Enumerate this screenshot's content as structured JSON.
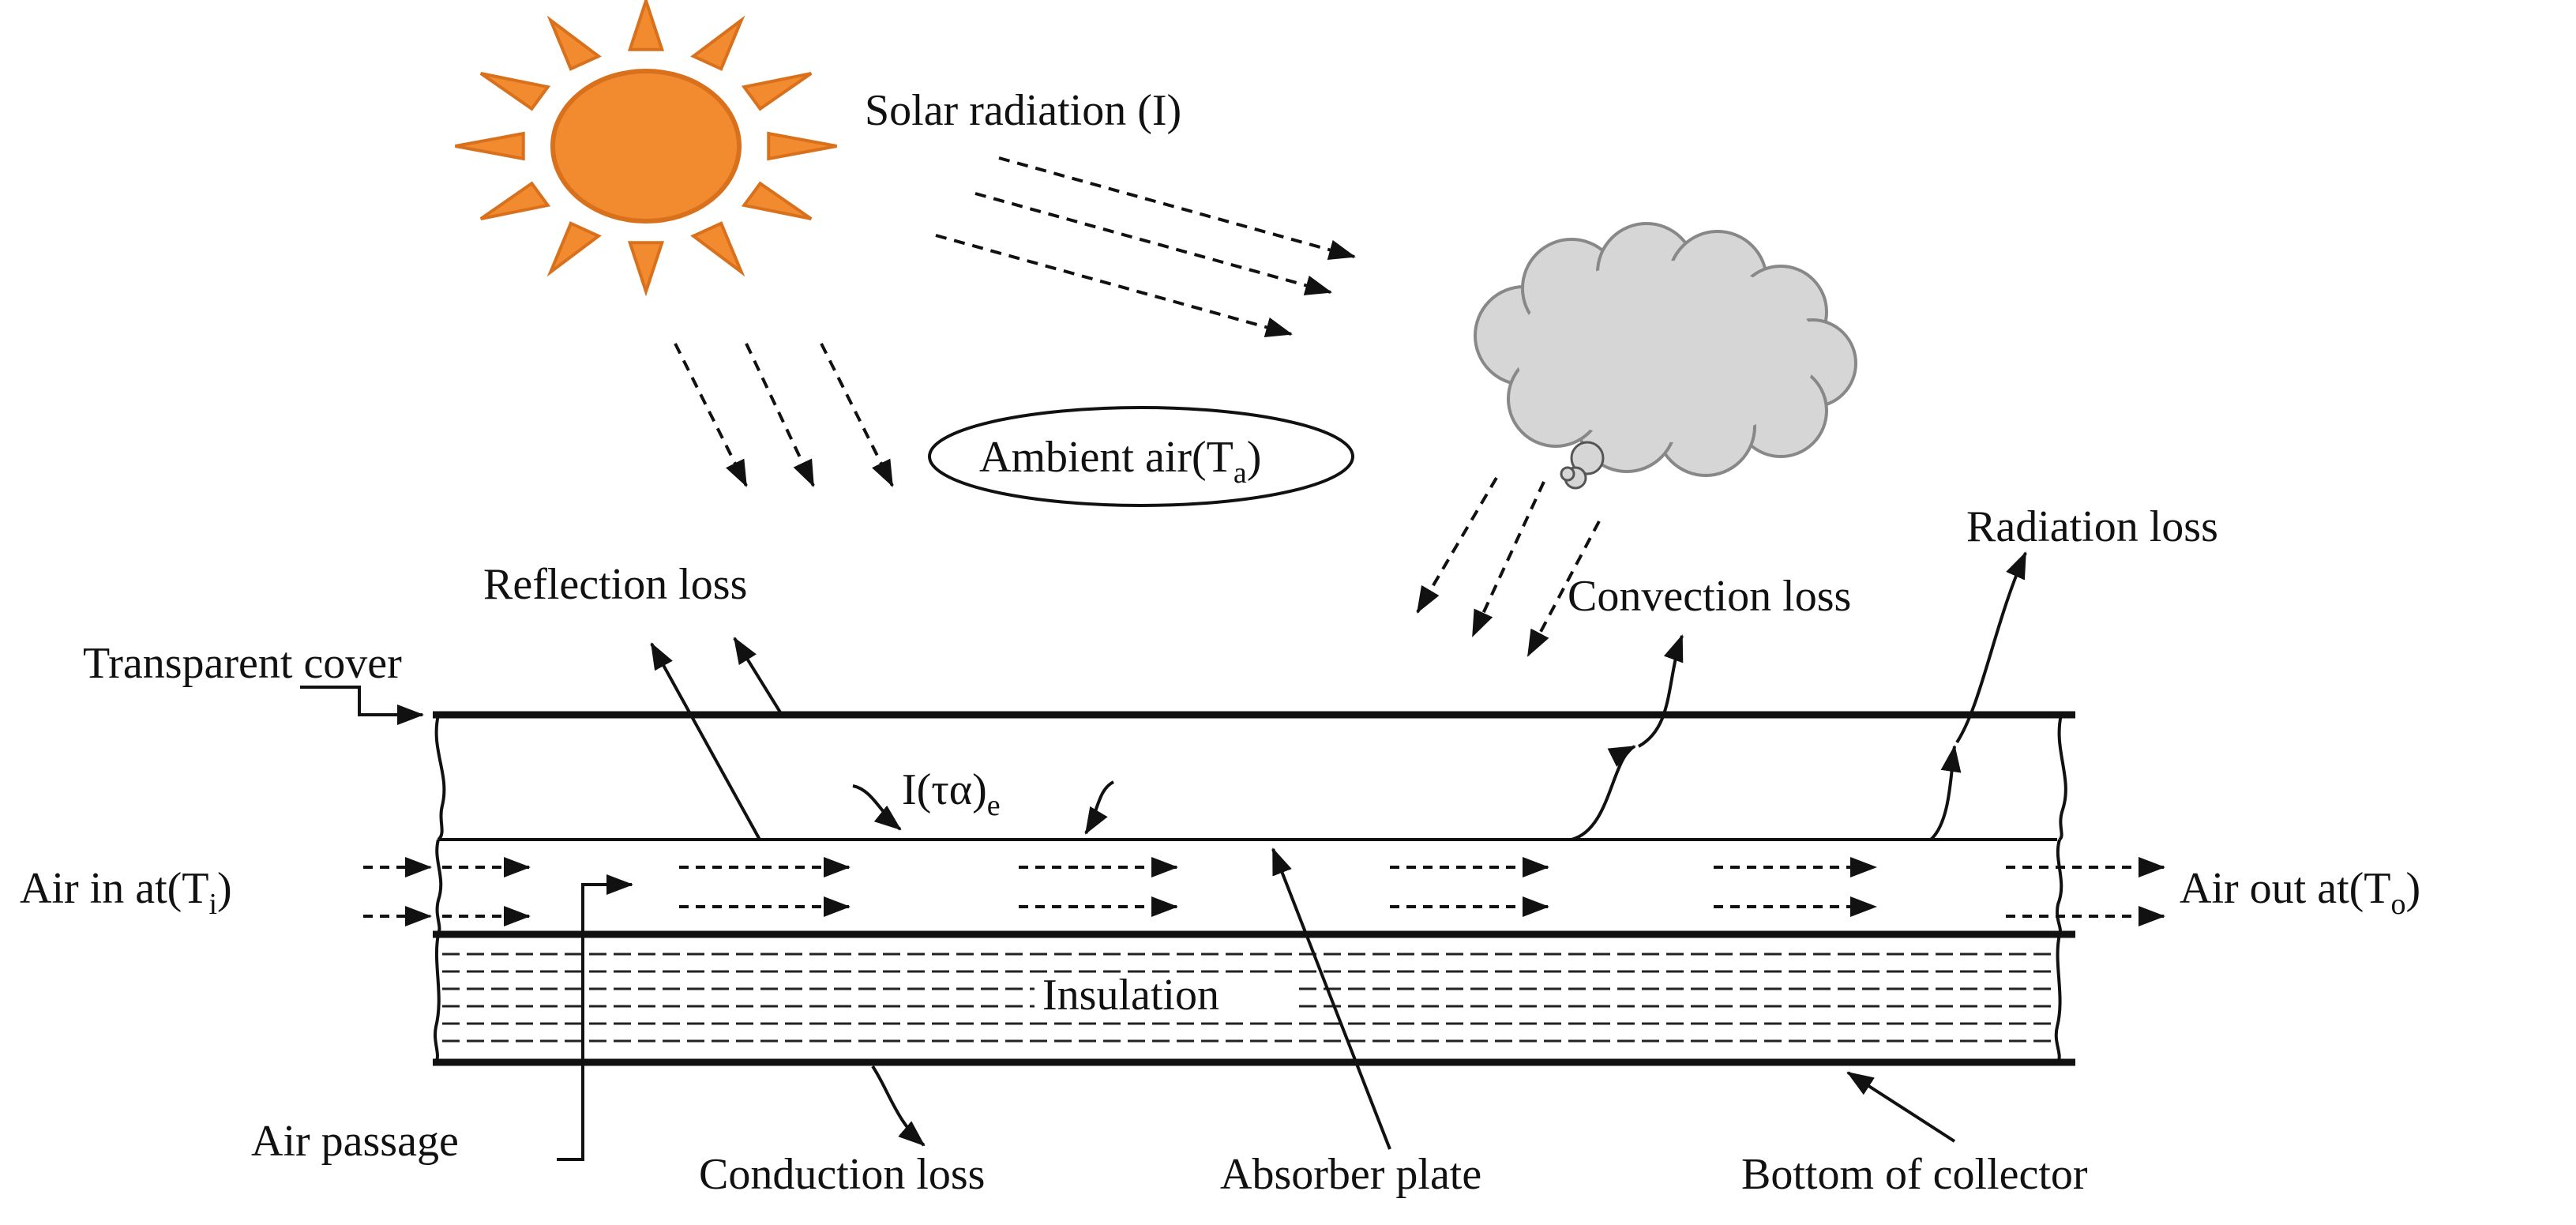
{
  "labels": {
    "solar_radiation": "Solar radiation (I)",
    "ambient_air": "Ambient air(T",
    "ambient_air_sub": "a",
    "reflection_loss": "Reflection loss",
    "convection_loss": "Convection loss",
    "radiation_loss": "Radiation loss",
    "transparent_cover": "Transparent cover",
    "transmittance": "I(τα)",
    "transmittance_sub": "e",
    "air_in": "Air in at(T",
    "air_in_sub": "i",
    "air_out": "Air out at(T",
    "air_out_sub": "o",
    "insulation": "Insulation",
    "air_passage": "Air passage",
    "conduction_loss": "Conduction loss",
    "absorber_plate": "Absorber plate",
    "bottom_of_collector": "Bottom of collector"
  },
  "colors": {
    "sun": "#F28A30",
    "sun_outline": "#D9701C",
    "cloud_fill": "#D6D6D6",
    "cloud_outline": "#888888",
    "line": "#111111"
  }
}
